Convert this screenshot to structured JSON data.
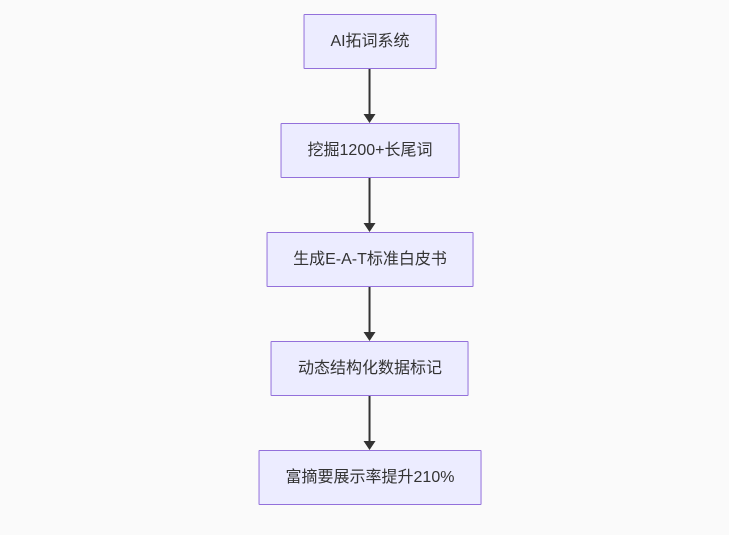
{
  "diagram": {
    "type": "flowchart",
    "direction": "top-down",
    "nodes": [
      {
        "id": "n1",
        "label": "AI拓词系统"
      },
      {
        "id": "n2",
        "label": "挖掘1200+长尾词"
      },
      {
        "id": "n3",
        "label": "生成E-A-T标准白皮书"
      },
      {
        "id": "n4",
        "label": "动态结构化数据标记"
      },
      {
        "id": "n5",
        "label": "富摘要展示率提升210%"
      }
    ],
    "edges": [
      {
        "from": "n1",
        "to": "n2"
      },
      {
        "from": "n2",
        "to": "n3"
      },
      {
        "from": "n3",
        "to": "n4"
      },
      {
        "from": "n4",
        "to": "n5"
      }
    ],
    "colors": {
      "node_fill": "#ececff",
      "node_border": "#9370db",
      "node_text": "#333333",
      "arrow": "#333333",
      "background": "#fafafa"
    }
  }
}
